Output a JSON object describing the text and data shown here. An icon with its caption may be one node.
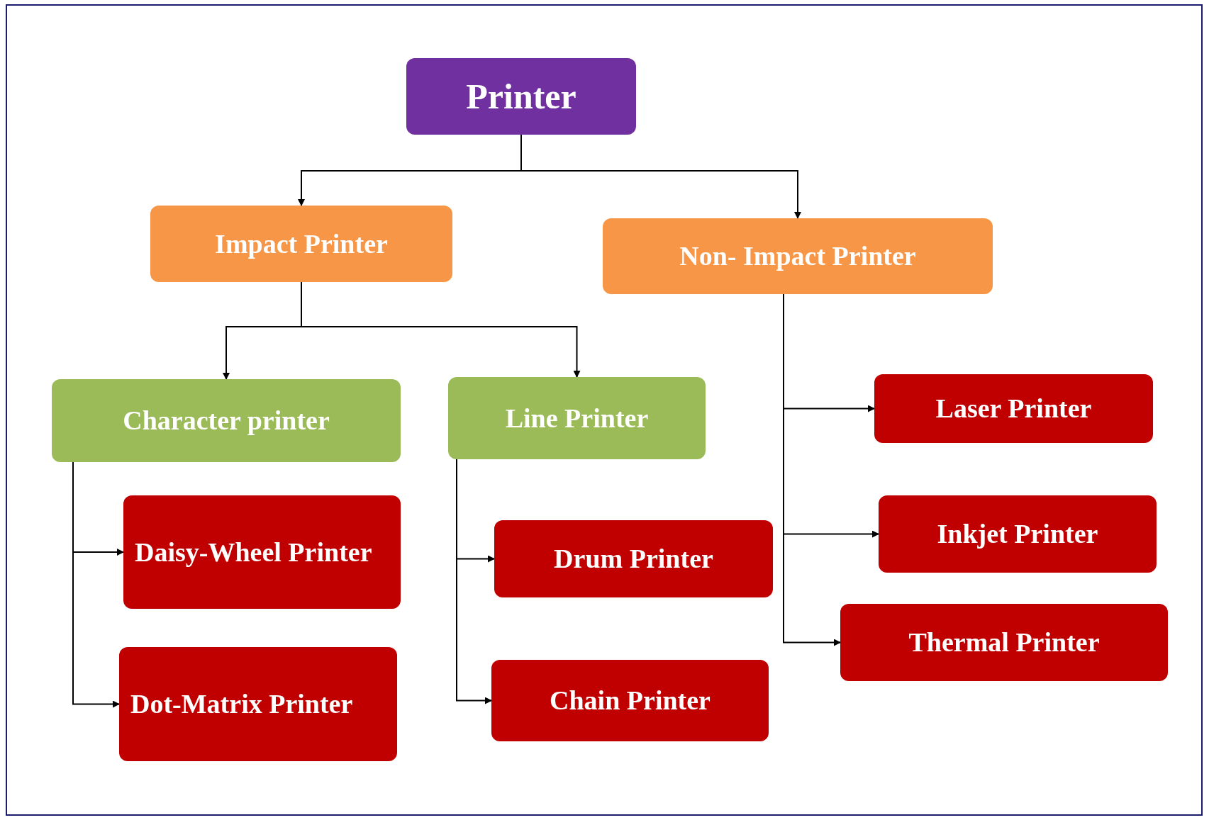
{
  "diagram": {
    "nodes": [
      {
        "text": [
          "Printer"
        ]
      },
      {
        "text": [
          "Impact Printer"
        ]
      },
      {
        "text": [
          "Non- Impact Printer"
        ]
      },
      {
        "text": [
          "Character printer"
        ]
      },
      {
        "text": [
          "Line Printer"
        ]
      },
      {
        "text": [
          "Daisy-Wheel Printer"
        ]
      },
      {
        "text": [
          "Dot-Matrix Printer"
        ]
      },
      {
        "text": [
          "Drum Printer"
        ]
      },
      {
        "text": [
          "Chain Printer"
        ]
      },
      {
        "text": [
          "Laser Printer"
        ]
      },
      {
        "text": [
          "Inkjet Printer"
        ]
      },
      {
        "text": [
          "Thermal Printer"
        ]
      }
    ],
    "edges": [
      {
        "from": 0,
        "to": 1,
        "arrow": "to"
      },
      {
        "from": 0,
        "to": 2,
        "arrow": "to"
      },
      {
        "from": 1,
        "to": 3,
        "arrow": "to"
      },
      {
        "from": 1,
        "to": 4,
        "arrow": "to"
      },
      {
        "from": 3,
        "to": 5,
        "arrow": "to"
      },
      {
        "from": 3,
        "to": 6,
        "arrow": "to"
      },
      {
        "from": 4,
        "to": 7,
        "arrow": "to"
      },
      {
        "from": 4,
        "to": 8,
        "arrow": "to"
      },
      {
        "from": 2,
        "to": 9,
        "arrow": "to"
      },
      {
        "from": 2,
        "to": 10,
        "arrow": "to"
      },
      {
        "from": 2,
        "to": 11,
        "arrow": "to"
      }
    ]
  }
}
